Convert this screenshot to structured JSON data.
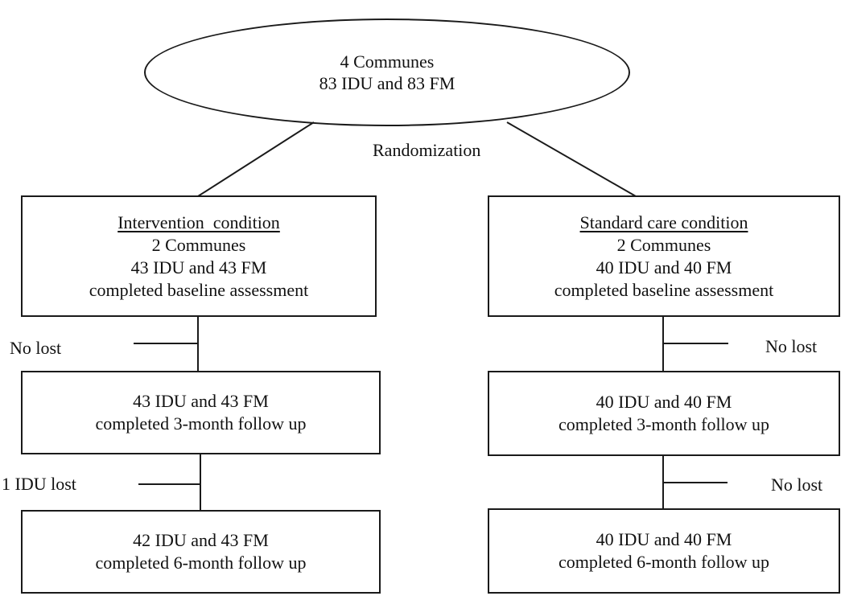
{
  "top": {
    "line1": "4 Communes",
    "line2": "83 IDU and 83 FM"
  },
  "randomization_label": "Randomization",
  "left": {
    "baseline": {
      "title": "Intervention  condition",
      "line1": "2 Communes",
      "line2": "43 IDU and 43 FM",
      "line3": "completed baseline assessment"
    },
    "loss1": "No lost",
    "followup3": {
      "line1": "43 IDU and 43 FM",
      "line2": "completed 3-month follow up"
    },
    "loss2": "1 IDU lost",
    "followup6": {
      "line1": "42 IDU and 43 FM",
      "line2": "completed 6-month follow up"
    }
  },
  "right": {
    "baseline": {
      "title": "Standard care condition",
      "line1": "2 Communes",
      "line2": "40 IDU and 40 FM",
      "line3": "completed baseline assessment"
    },
    "loss1": "No lost",
    "followup3": {
      "line1": "40 IDU and 40 FM",
      "line2": "completed 3-month follow up"
    },
    "loss2": "No lost",
    "followup6": {
      "line1": "40 IDU and 40 FM",
      "line2": "completed 6-month follow up"
    }
  }
}
